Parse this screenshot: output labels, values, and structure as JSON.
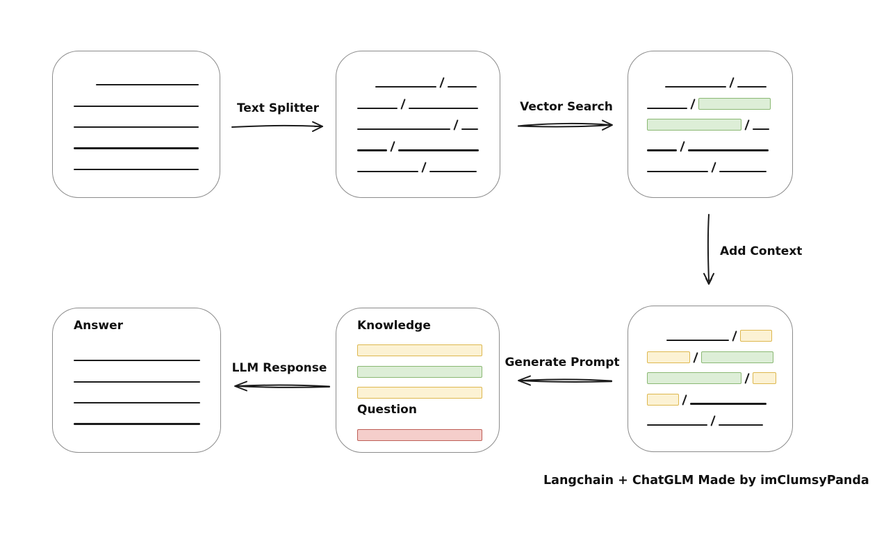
{
  "colors": {
    "background": "#ffffff",
    "ink": "#1b1b1b",
    "box_border": "#8b8b8b",
    "green_fill": "#ddeed7",
    "green_stroke": "#8ab873",
    "yellow_fill": "#fcf2d4",
    "yellow_stroke": "#ddb74e",
    "red_fill": "#f5cecb",
    "red_stroke": "#bd5e56"
  },
  "arrows": {
    "text_splitter": {
      "label": "Text Splitter",
      "direction": "right"
    },
    "vector_search": {
      "label": "Vector Search",
      "direction": "right"
    },
    "add_context": {
      "label": "Add Context",
      "direction": "down"
    },
    "generate_prompt": {
      "label": "Generate Prompt",
      "direction": "left"
    },
    "llm_response": {
      "label": "LLM Response",
      "direction": "left"
    }
  },
  "boxes": {
    "document": {
      "rows": [
        [
          {
            "t": "sp",
            "w": 32
          },
          {
            "t": "line",
            "w": 148
          }
        ],
        [
          {
            "t": "line",
            "w": 180
          }
        ],
        [
          {
            "t": "line",
            "w": 180
          }
        ],
        [
          {
            "t": "line",
            "w": 180
          }
        ],
        [
          {
            "t": "line",
            "w": 180
          }
        ]
      ]
    },
    "chunks": {
      "rows": [
        [
          {
            "t": "sp",
            "w": 26
          },
          {
            "t": "line",
            "w": 88
          },
          {
            "t": "slash"
          },
          {
            "t": "line",
            "w": 42
          }
        ],
        [
          {
            "t": "line",
            "w": 58
          },
          {
            "t": "slash"
          },
          {
            "t": "line",
            "w": 100
          }
        ],
        [
          {
            "t": "line",
            "w": 134
          },
          {
            "t": "slash"
          },
          {
            "t": "line",
            "w": 24
          }
        ],
        [
          {
            "t": "line",
            "w": 43
          },
          {
            "t": "slash"
          },
          {
            "t": "line",
            "w": 116
          }
        ],
        [
          {
            "t": "line",
            "w": 88
          },
          {
            "t": "slash"
          },
          {
            "t": "line",
            "w": 68
          }
        ]
      ]
    },
    "matched_chunks": {
      "rows": [
        [
          {
            "t": "sp",
            "w": 26
          },
          {
            "t": "line",
            "w": 88
          },
          {
            "t": "slash"
          },
          {
            "t": "line",
            "w": 42
          }
        ],
        [
          {
            "t": "line",
            "w": 58
          },
          {
            "t": "slash"
          },
          {
            "t": "green",
            "w": 104
          }
        ],
        [
          {
            "t": "green",
            "w": 136
          },
          {
            "t": "slash"
          },
          {
            "t": "line",
            "w": 24
          }
        ],
        [
          {
            "t": "line",
            "w": 43
          },
          {
            "t": "slash"
          },
          {
            "t": "line",
            "w": 116
          }
        ],
        [
          {
            "t": "line",
            "w": 88
          },
          {
            "t": "slash"
          },
          {
            "t": "line",
            "w": 68
          }
        ]
      ]
    },
    "context_chunks": {
      "rows": [
        [
          {
            "t": "sp",
            "w": 28
          },
          {
            "t": "line",
            "w": 90
          },
          {
            "t": "slash"
          },
          {
            "t": "yellow",
            "w": 46
          }
        ],
        [
          {
            "t": "yellow",
            "w": 62
          },
          {
            "t": "slash"
          },
          {
            "t": "green",
            "w": 104
          }
        ],
        [
          {
            "t": "green",
            "w": 136
          },
          {
            "t": "slash"
          },
          {
            "t": "yellow",
            "w": 34
          }
        ],
        [
          {
            "t": "yellow",
            "w": 46
          },
          {
            "t": "slash"
          },
          {
            "t": "line",
            "w": 110
          }
        ],
        [
          {
            "t": "line",
            "w": 87
          },
          {
            "t": "slash"
          },
          {
            "t": "line",
            "w": 64
          }
        ]
      ]
    },
    "prompt": {
      "knowledge_label": "Knowledge",
      "question_label": "Question",
      "knowledge_rows": [
        [
          {
            "t": "yellow",
            "w": 180
          }
        ],
        [
          {
            "t": "green",
            "w": 180
          }
        ],
        [
          {
            "t": "yellow",
            "w": 180
          }
        ]
      ],
      "question_rows": [
        [
          {
            "t": "red",
            "w": 180
          }
        ]
      ]
    },
    "answer": {
      "label": "Answer",
      "rows": [
        [
          {
            "t": "line",
            "w": 182
          }
        ],
        [
          {
            "t": "line",
            "w": 182
          }
        ],
        [
          {
            "t": "line",
            "w": 182
          }
        ],
        [
          {
            "t": "line",
            "w": 182
          }
        ]
      ]
    }
  },
  "caption": "Langchain + ChatGLM Made by imClumsyPanda"
}
